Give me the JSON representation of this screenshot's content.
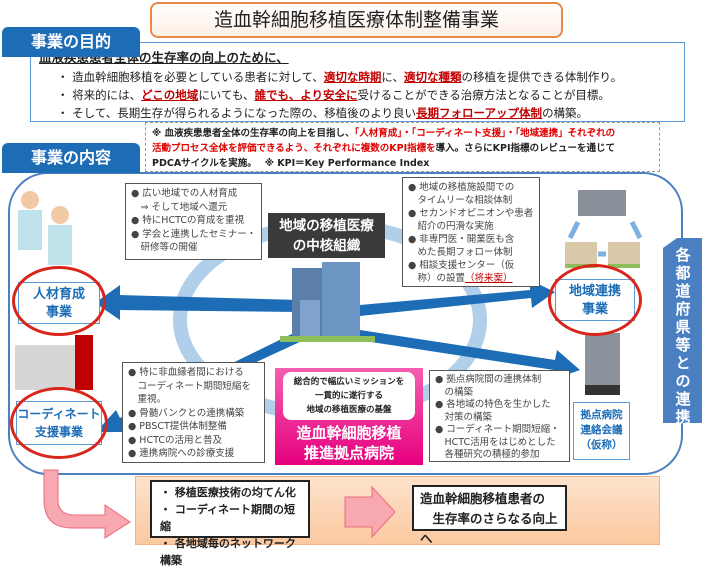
{
  "title": "造血幹細胞移植医療体制整備事業",
  "purpose": {
    "tab": "事業の目的",
    "heading": "血液疾患患者全体の生存率の向上のために、",
    "bullets": [
      {
        "a": "・ 造血幹細胞移植を必要としている患者に対して、",
        "r1": "適切な時期",
        "b": "に、",
        "r2": "適切な種類",
        "c": "の移植を提供できる体制作り。"
      },
      {
        "a": "・ 将来的には、",
        "r1": "どこの地域",
        "b": "にいても、",
        "r2": "誰でも、より安全に",
        "c": "受けることができる治療方法となることが目標。"
      },
      {
        "a": "・ そして、長期生存が得られるようになった際の、移植後のより良い",
        "r1": "長期フォローアップ体制",
        "b": "",
        "r2": "",
        "c": "の構築。"
      }
    ]
  },
  "kpi": {
    "p1": "※ 血液疾患患者全体の生存率の向上を目指し、",
    "r1": "「人材育成」・「コーディネート支援」・「地域連携」それぞれの",
    "r2": "活動プロセス全体を評価できるよう、それぞれに複数のKPI指標を",
    "p2": "導入。さらにKPI指標のレビューを通じて",
    "p3": "PDCAサイクルを実施。　 ※ KPI＝Key Performance Index"
  },
  "content": {
    "tab": "事業の内容",
    "core_label": [
      "地域の移植医療",
      "の中核組織"
    ],
    "hr_callout": [
      "● 広い地域での人材育成",
      "　⇒ そして地域へ還元",
      "● 特にHCTCの育成を重視",
      "● 学会と連携したセミナー・",
      "　研修等の開催"
    ],
    "region_callout": [
      "● 地域の移植施設間での",
      "　タイムリーな相談体制",
      "● セカンドオピニオンや患者",
      "　紹介の円滑な実施",
      "● 非専門医・開業医も含",
      "　めた長期フォロー体制",
      "● 相談支援センター（仮",
      "　称）の設置"
    ],
    "region_future": "（将来案）",
    "coord_callout": [
      "● 特に非血縁者間における",
      "　コーディネート期間短縮を",
      "　重視。",
      "● 骨髄バンクとの連携構築",
      "● PBSCT提供体制整備",
      "● HCTCの活用と普及",
      "● 連携病院への診療支援"
    ],
    "hub_callout": [
      "● 拠点病院間の連携体制",
      "　の構築",
      "● 各地域の特色を生かした",
      "　対策の構築",
      "● コーディネート期間短縮・",
      "　HCTC活用をはじめとした",
      "　各種研究の積極的参加"
    ],
    "projects": {
      "hr": [
        "人材育成",
        "事業"
      ],
      "region": [
        "地域連携",
        "事業"
      ],
      "coord": [
        "コーディネート",
        "支援事業"
      ]
    },
    "hospital": {
      "mission": [
        "総合的で幅広いミッションを",
        "一貫的に遂行する",
        "地域の移植医療の基盤"
      ],
      "name": [
        "造血幹細胞移植",
        "推進拠点病院"
      ]
    },
    "meeting": [
      "拠点病院",
      "連絡会議",
      "（仮称）"
    ],
    "banner": "各都道府県等との連携"
  },
  "outcome": {
    "list": [
      "・ 移植医療技術の均てん化",
      "・ コーディネート期間の短縮",
      "・ 各地域毎のネットワーク構築"
    ],
    "result": [
      "造血幹細胞移植患者の",
      "　生存率のさらなる向上へ"
    ]
  },
  "colors": {
    "blue": "#1c6db6",
    "red": "#d9261c",
    "pink": "#e6007e",
    "orange": "#e8894a"
  }
}
